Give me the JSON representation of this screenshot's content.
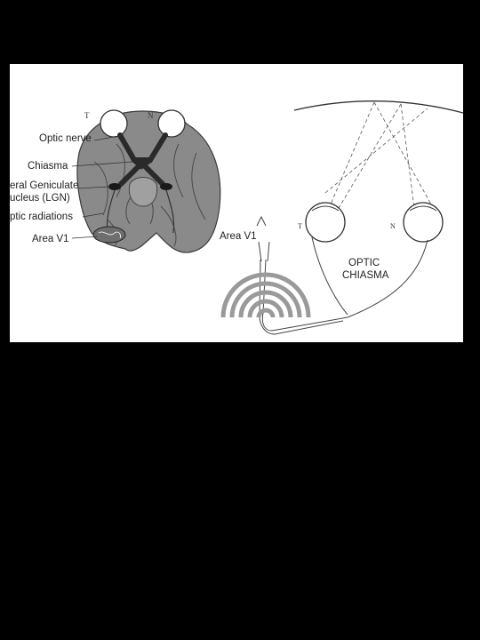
{
  "left_panel": {
    "labels": {
      "optic_nerve": "Optic nerve",
      "chiasma": "Chiasma",
      "lgn_line1": "eral Geniculate",
      "lgn_line2": "ucleus (LGN)",
      "optic_radiations": "ptic radiations",
      "area_v1": "Area V1"
    },
    "eye_letters": {
      "temporal": "T",
      "nasal": "N"
    }
  },
  "right_panel": {
    "labels": {
      "area_v1": "Area V1",
      "chiasma_line1": "OPTIC",
      "chiasma_line2": "CHIASMA"
    },
    "eye_letters": {
      "temporal": "T",
      "nasal": "N"
    }
  },
  "colors": {
    "background": "#000000",
    "panel": "#ffffff",
    "brain_gray": "#8a8a8a",
    "tract_dark": "#2a2a2a",
    "cortex_stripes": "#9a9a9a"
  }
}
